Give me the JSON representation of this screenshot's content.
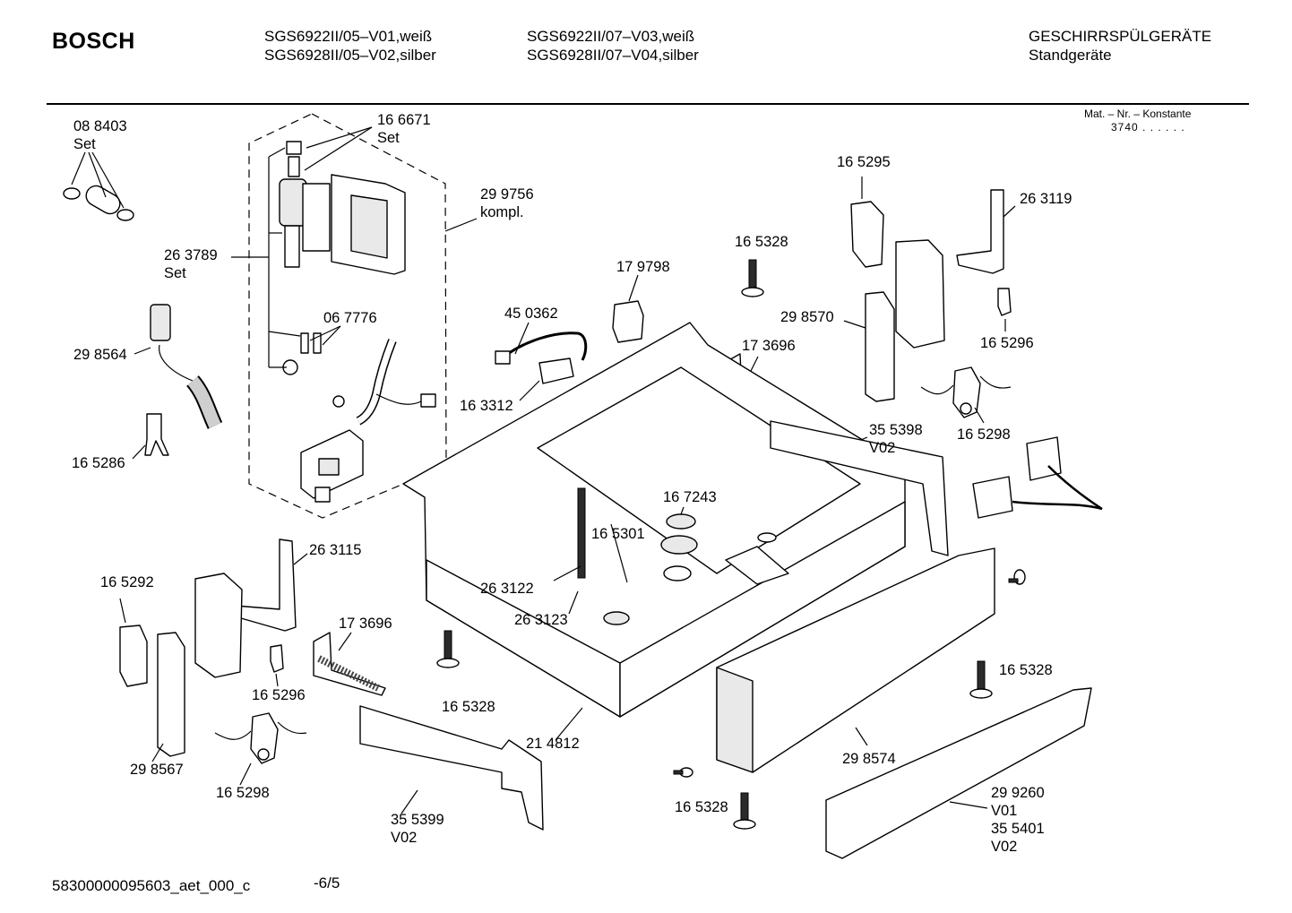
{
  "header": {
    "brand": "BOSCH",
    "models_col1": [
      "SGS6922II/05–V01,weiß",
      "SGS6928II/05–V02,silber"
    ],
    "models_col2": [
      "SGS6922II/07–V03,weiß",
      "SGS6928II/07–V04,silber"
    ],
    "category": "GESCHIRRSPÜLGERÄTE",
    "subcategory": "Standgeräte",
    "constant_label": "Mat. – Nr. – Konstante",
    "constant_value": "3740 . . . . . ."
  },
  "parts": [
    {
      "id": "lbl-088403",
      "lines": [
        "08 8403",
        "Set"
      ]
    },
    {
      "id": "lbl-166671",
      "lines": [
        "16 6671",
        "Set"
      ]
    },
    {
      "id": "lbl-299756",
      "lines": [
        "29 9756",
        "kompl."
      ]
    },
    {
      "id": "lbl-263789",
      "lines": [
        "26 3789",
        "Set"
      ]
    },
    {
      "id": "lbl-298564",
      "lines": [
        "29 8564"
      ]
    },
    {
      "id": "lbl-067776",
      "lines": [
        "06 7776"
      ]
    },
    {
      "id": "lbl-165286",
      "lines": [
        "16 5286"
      ]
    },
    {
      "id": "lbl-165295",
      "lines": [
        "16 5295"
      ]
    },
    {
      "id": "lbl-263119",
      "lines": [
        "26 3119"
      ]
    },
    {
      "id": "lbl-165328-a",
      "lines": [
        "16 5328"
      ]
    },
    {
      "id": "lbl-179798",
      "lines": [
        "17 9798"
      ]
    },
    {
      "id": "lbl-450362",
      "lines": [
        "45 0362"
      ]
    },
    {
      "id": "lbl-298570",
      "lines": [
        "29 8570"
      ]
    },
    {
      "id": "lbl-165296-a",
      "lines": [
        "16 5296"
      ]
    },
    {
      "id": "lbl-173696-a",
      "lines": [
        "17 3696"
      ]
    },
    {
      "id": "lbl-163312",
      "lines": [
        "16 3312"
      ]
    },
    {
      "id": "lbl-165298-a",
      "lines": [
        "16 5298"
      ]
    },
    {
      "id": "lbl-355398",
      "lines": [
        "35 5398",
        "V02"
      ]
    },
    {
      "id": "lbl-167243",
      "lines": [
        "16 7243"
      ]
    },
    {
      "id": "lbl-165301",
      "lines": [
        "16 5301"
      ]
    },
    {
      "id": "lbl-263115",
      "lines": [
        "26 3115"
      ]
    },
    {
      "id": "lbl-165292",
      "lines": [
        "16 5292"
      ]
    },
    {
      "id": "lbl-263122",
      "lines": [
        "26 3122"
      ]
    },
    {
      "id": "lbl-263123",
      "lines": [
        "26 3123"
      ]
    },
    {
      "id": "lbl-173696-b",
      "lines": [
        "17 3696"
      ]
    },
    {
      "id": "lbl-165296-b",
      "lines": [
        "16 5296"
      ]
    },
    {
      "id": "lbl-165328-b",
      "lines": [
        "16 5328"
      ]
    },
    {
      "id": "lbl-165328-c",
      "lines": [
        "16 5328"
      ]
    },
    {
      "id": "lbl-214812",
      "lines": [
        "21 4812"
      ]
    },
    {
      "id": "lbl-298574",
      "lines": [
        "29 8574"
      ]
    },
    {
      "id": "lbl-298567",
      "lines": [
        "29 8567"
      ]
    },
    {
      "id": "lbl-165298-b",
      "lines": [
        "16 5298"
      ]
    },
    {
      "id": "lbl-355399",
      "lines": [
        "35 5399",
        "V02"
      ]
    },
    {
      "id": "lbl-165328-d",
      "lines": [
        "16 5328"
      ]
    },
    {
      "id": "lbl-299260",
      "lines": [
        "29 9260",
        "V01",
        "35 5401",
        "V02"
      ]
    }
  ],
  "footer": {
    "doc_id": "58300000095603_aet_000_c",
    "page": "-6/5"
  }
}
